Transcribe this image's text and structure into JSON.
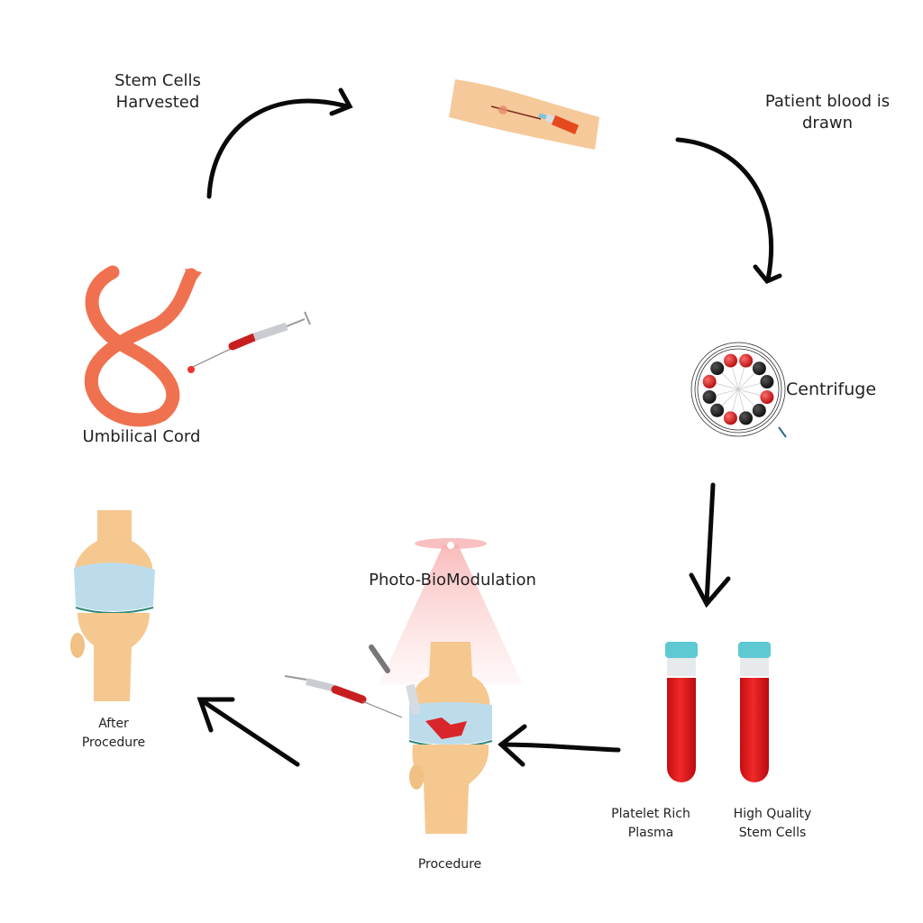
{
  "diagram": {
    "title": "Stem cell / PRP regenerative knee procedure cycle",
    "steps": [
      {
        "id": "harvest",
        "label": "Stem Cells Harvested"
      },
      {
        "id": "blood-draw",
        "label": "Patient blood is drawn"
      },
      {
        "id": "centrifuge",
        "label": "Centrifuge"
      },
      {
        "id": "tubes",
        "labels": [
          "Platelet Rich Plasma",
          "High Quality Stem Cells"
        ]
      },
      {
        "id": "procedure",
        "label": "Procedure"
      },
      {
        "id": "pbm",
        "label": "Photo-BioModulation"
      },
      {
        "id": "after",
        "label": "After Procedure"
      },
      {
        "id": "source",
        "label": "Umbilical Cord"
      }
    ],
    "labels": {
      "stem_cells_line1": "Stem Cells",
      "stem_cells_line2": "Harvested",
      "blood_line1": "Patient blood is",
      "blood_line2": "drawn",
      "centrifuge": "Centrifuge",
      "prp_line1": "Platelet Rich",
      "prp_line2": "Plasma",
      "hqsc_line1": "High Quality",
      "hqsc_line2": "Stem Cells",
      "procedure": "Procedure",
      "pbm": "Photo-BioModulation",
      "after_line1": "After",
      "after_line2": "Procedure",
      "umbilical": "Umbilical Cord"
    },
    "flow": [
      "Umbilical Cord",
      "Stem Cells Harvested",
      "Patient blood is drawn",
      "Centrifuge",
      "Platelet Rich Plasma / High Quality Stem Cells",
      "Procedure",
      "After Procedure"
    ],
    "colors": {
      "arrow": "#0a0a0a",
      "cord": "#f0714f",
      "skin": "#f6c99a",
      "bone": "#f5c88f",
      "cartilage": "#bcdcec",
      "blood": "#e0141a",
      "tube_cap": "#5ec9d3",
      "laser": "#f7a4a4",
      "centrifuge_red": "#d81a1a",
      "centrifuge_black": "#1b1b1b"
    }
  }
}
